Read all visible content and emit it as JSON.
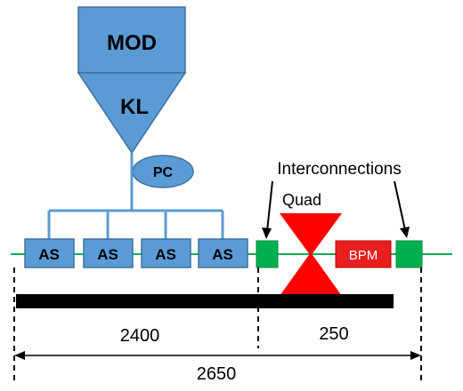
{
  "diagram": {
    "modulator": {
      "label": "MOD"
    },
    "klystron": {
      "label": "KL"
    },
    "power_coupler": {
      "label": "PC"
    },
    "accelerating_structures": [
      {
        "label": "AS"
      },
      {
        "label": "AS"
      },
      {
        "label": "AS"
      },
      {
        "label": "AS"
      }
    ],
    "quad": {
      "label": "Quad"
    },
    "bpm": {
      "label": "BPM"
    },
    "interconnections": {
      "label": "Interconnections"
    },
    "dimensions": {
      "section_a": "2400",
      "section_b": "250",
      "total": "2650"
    }
  },
  "colors": {
    "blue_fill": "#5b9bd5",
    "blue_stroke": "#41719c",
    "green": "#00b050",
    "red": "#ff0000",
    "beam_line": "#00b050",
    "bar": "#000000"
  }
}
